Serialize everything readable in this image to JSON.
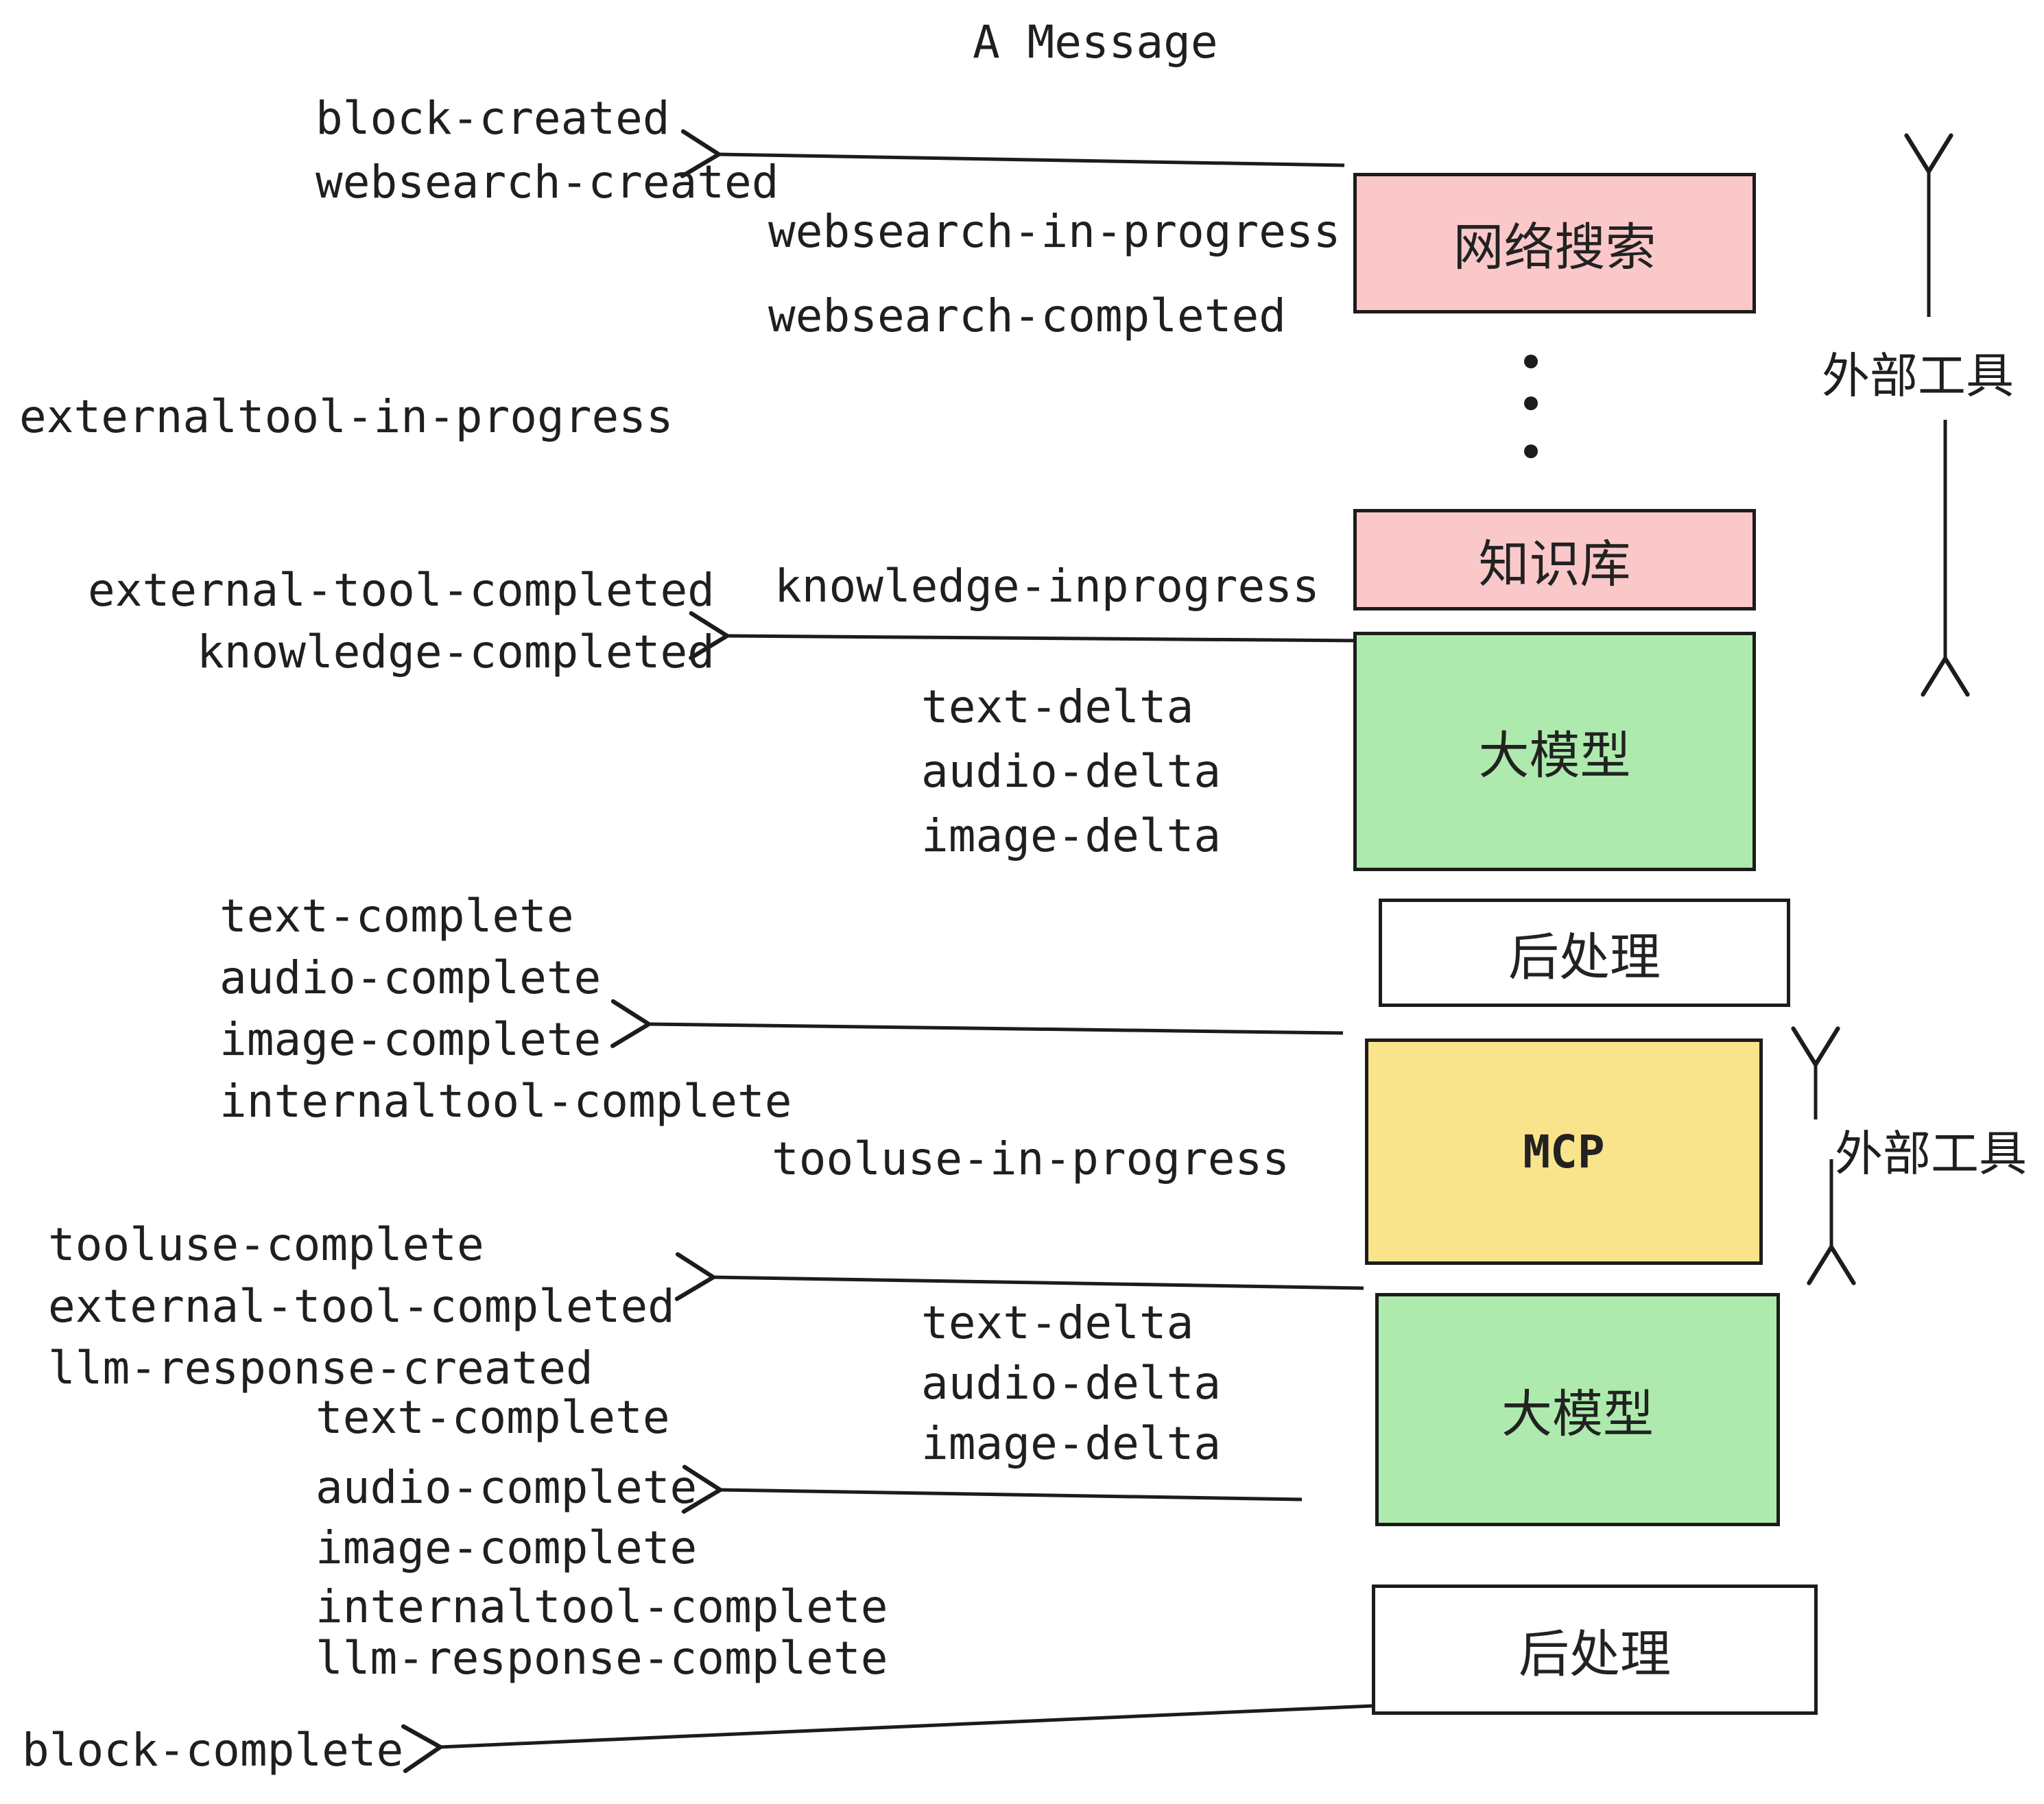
{
  "title": "A Message",
  "colors": {
    "websearch_box": "#fbc8ca",
    "knowledge_box": "#fbc8ca",
    "llm_box": "#aeeaad",
    "postprocess_box": "#ffffff",
    "mcp_box": "#f9e38b",
    "stroke": "#1c1c1c",
    "text": "#1f1f1f"
  },
  "events": [
    {
      "label": "block-created"
    },
    {
      "label": "websearch-created"
    },
    {
      "label": "websearch-in-progress"
    },
    {
      "label": "websearch-completed"
    },
    {
      "label": "externaltool-in-progress"
    },
    {
      "label": "external-tool-completed"
    },
    {
      "label": "knowledge-inprogress"
    },
    {
      "label": "knowledge-completed"
    },
    {
      "label": "text-delta"
    },
    {
      "label": "audio-delta"
    },
    {
      "label": "image-delta"
    },
    {
      "label": "text-complete"
    },
    {
      "label": "audio-complete"
    },
    {
      "label": "image-complete"
    },
    {
      "label": "internaltool-complete"
    },
    {
      "label": "tooluse-in-progress"
    },
    {
      "label": "tooluse-complete"
    },
    {
      "label": "external-tool-completed"
    },
    {
      "label": "llm-response-created"
    },
    {
      "label": "text-delta"
    },
    {
      "label": "audio-delta"
    },
    {
      "label": "image-delta"
    },
    {
      "label": "text-complete"
    },
    {
      "label": "audio-complete"
    },
    {
      "label": "image-complete"
    },
    {
      "label": "internaltool-complete"
    },
    {
      "label": "llm-response-complete"
    },
    {
      "label": "block-complete"
    }
  ],
  "boxes": [
    {
      "label": "网络搜索"
    },
    {
      "label": "知识库"
    },
    {
      "label": "大模型"
    },
    {
      "label": "后处理"
    },
    {
      "label": "MCP"
    },
    {
      "label": "大模型"
    },
    {
      "label": "后处理"
    }
  ],
  "annotations": {
    "external_tools_top": "外部工具",
    "external_tools_bottom": "外部工具"
  }
}
